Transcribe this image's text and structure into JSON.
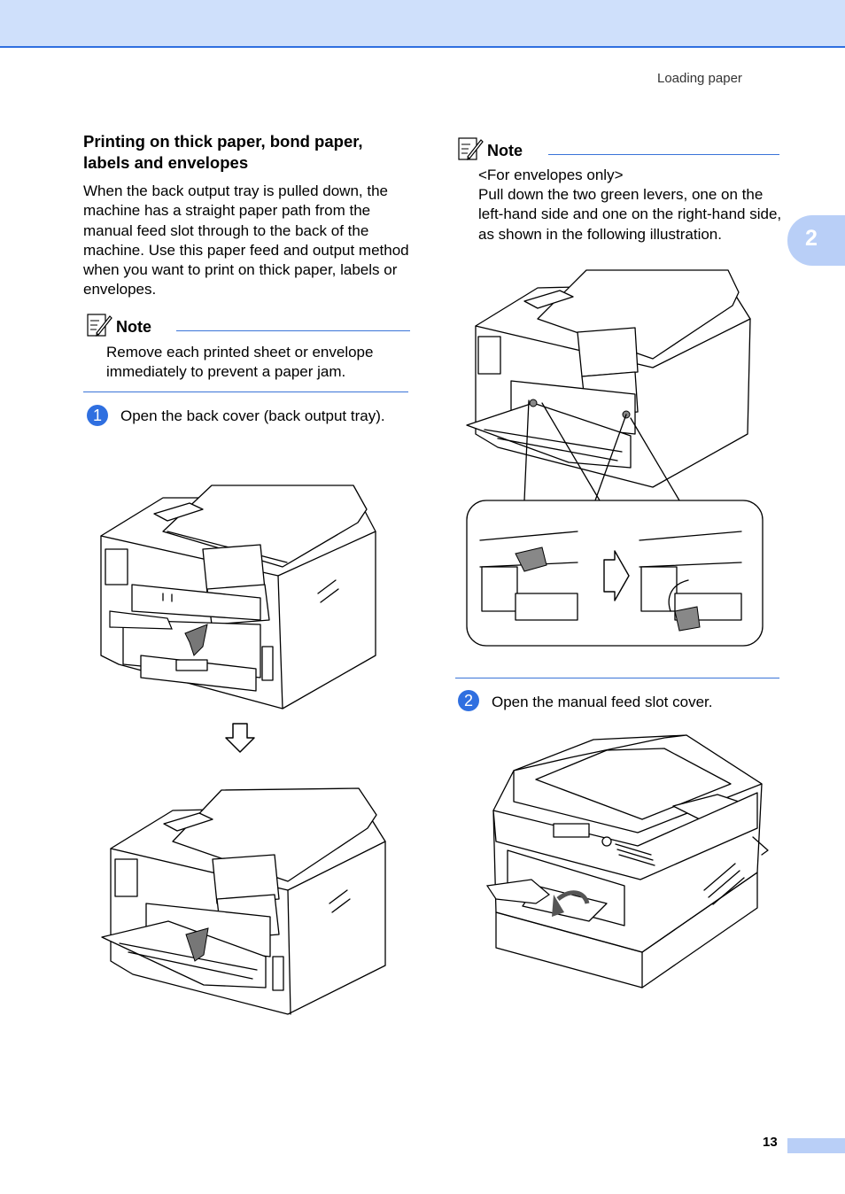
{
  "header": {
    "running_title": "Loading paper",
    "chapter_number": "2"
  },
  "section": {
    "title": "Printing on thick paper, bond paper, labels and envelopes",
    "intro": "When the back output tray is pulled down, the machine has a straight paper path from the manual feed slot through to the back of the machine. Use this paper feed and output method when you want to print on thick paper, labels or envelopes."
  },
  "note1": {
    "label": "Note",
    "text": "Remove each printed sheet or envelope immediately to prevent a paper jam."
  },
  "steps": [
    {
      "number": "1",
      "text": "Open the back cover (back output tray)."
    },
    {
      "number": "2",
      "text": "Open the manual feed slot cover."
    }
  ],
  "note2": {
    "label": "Note",
    "line1": "<For envelopes only>",
    "text": "Pull down the two green levers, one on the left-hand side and one on the right-hand side, as shown in the following illustration."
  },
  "footer": {
    "page_number": "13"
  },
  "icons": [
    "note-pencil-icon",
    "down-arrow-icon",
    "right-arrow-icon"
  ]
}
